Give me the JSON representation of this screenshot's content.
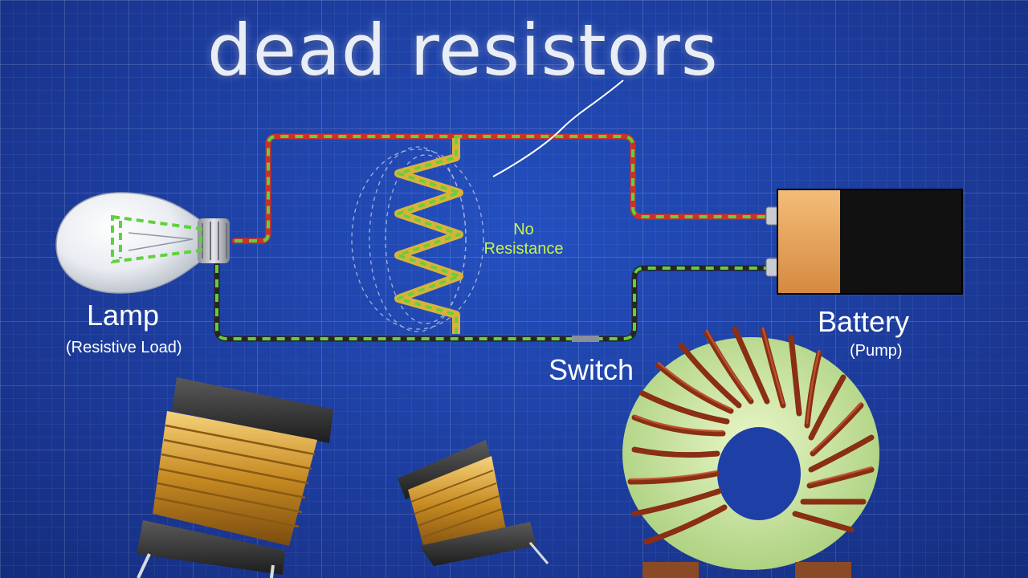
{
  "title": "dead resistors",
  "labels": {
    "lamp": "Lamp",
    "lamp_sub": "(Resistive Load)",
    "battery": "Battery",
    "battery_sub": "(Pump)",
    "switch": "Switch",
    "no_resistance_1": "No",
    "no_resistance_2": "Resistance"
  },
  "colors": {
    "background": "#1e3fa6",
    "wire_positive": "#c8322c",
    "wire_negative": "#262626",
    "flow_dash": "#5fd13c",
    "coil": "#d9b23a",
    "label_green": "#c8f34a",
    "battery_body": "#e8a45a",
    "battery_top": "#111111",
    "copper": "#b5651d",
    "ferrite_core": "#c9e6a0"
  },
  "icons": [
    "light-bulb-icon",
    "battery-icon",
    "resistor-coil-icon",
    "inductor-icon",
    "toroid-inductor-icon"
  ]
}
